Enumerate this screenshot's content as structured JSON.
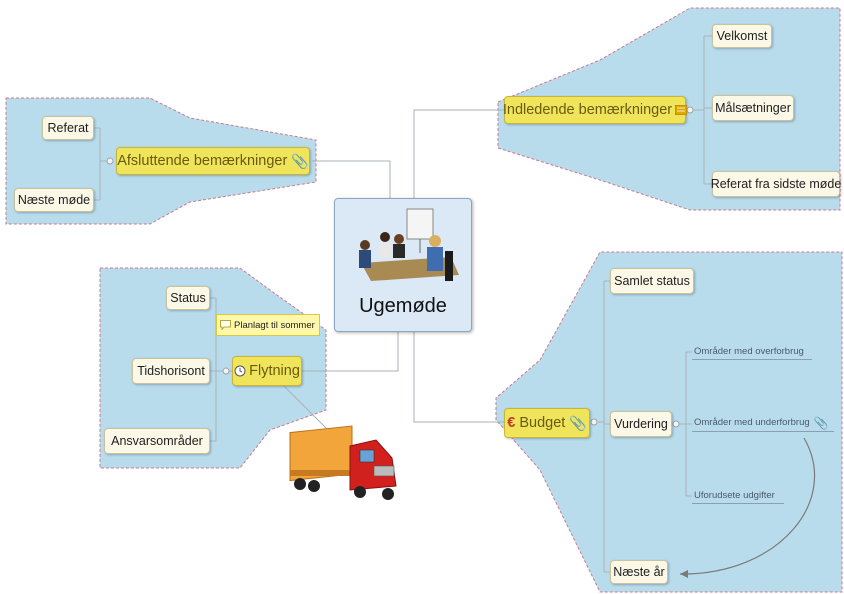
{
  "central": {
    "title": "Ugemøde",
    "image": "meeting-clipart-icon"
  },
  "topics": {
    "indledende": {
      "label": "Indledende bemærkninger",
      "icon": "note-icon",
      "children": [
        "Velkomst",
        "Målsætninger",
        "Referat fra sidste møde"
      ]
    },
    "afsluttende": {
      "label": "Afsluttende bemærkninger",
      "icon": "paperclip-icon",
      "children": [
        "Referat",
        "Næste møde"
      ]
    },
    "flytning": {
      "label": "Flytning",
      "icon": "clock-icon",
      "callout": "Planlagt til sommer",
      "image": "truck-clipart-icon",
      "children": [
        "Status",
        "Tidshorisont",
        "Ansvarsområder"
      ]
    },
    "budget": {
      "label": "Budget",
      "icon": "euro-icon",
      "attachment_icon": "paperclip-icon",
      "children": [
        {
          "label": "Samlet status"
        },
        {
          "label": "Vurdering",
          "children": [
            "Områder med overforbrug",
            "Områder med underforbrug",
            "Uforudsete udgifter"
          ]
        },
        {
          "label": "Næste år"
        }
      ]
    }
  },
  "colors": {
    "boundary_fill": "#b9dced",
    "boundary_stroke": "#c97a8a",
    "main_topic_fill": "#f0e55a",
    "subtopic_fill": "#fbf8e7",
    "connector": "#a9b2b8"
  }
}
